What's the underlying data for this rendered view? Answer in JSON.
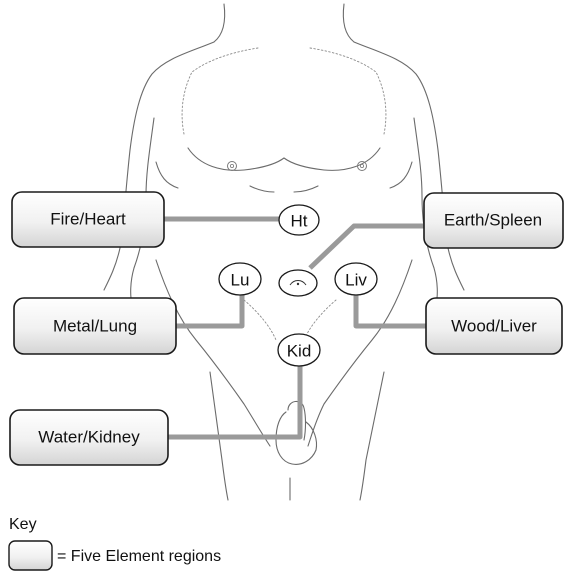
{
  "elements": [
    {
      "label": "Fire/Heart"
    },
    {
      "label": "Earth/Spleen"
    },
    {
      "label": "Metal/Lung"
    },
    {
      "label": "Wood/Liver"
    },
    {
      "label": "Water/Kidney"
    }
  ],
  "organs": [
    {
      "label": "Ht"
    },
    {
      "label": "Lu"
    },
    {
      "label": "Liv"
    },
    {
      "label": "Kid"
    },
    {
      "label": ""
    }
  ],
  "key": {
    "title": "Key",
    "text": "= Five Element regions"
  },
  "colors": {
    "box_fill_top": "#ffffff",
    "box_fill_bottom": "#d9d9d9",
    "connector": "#9a9a9a",
    "outline": "#1a1a1a"
  }
}
